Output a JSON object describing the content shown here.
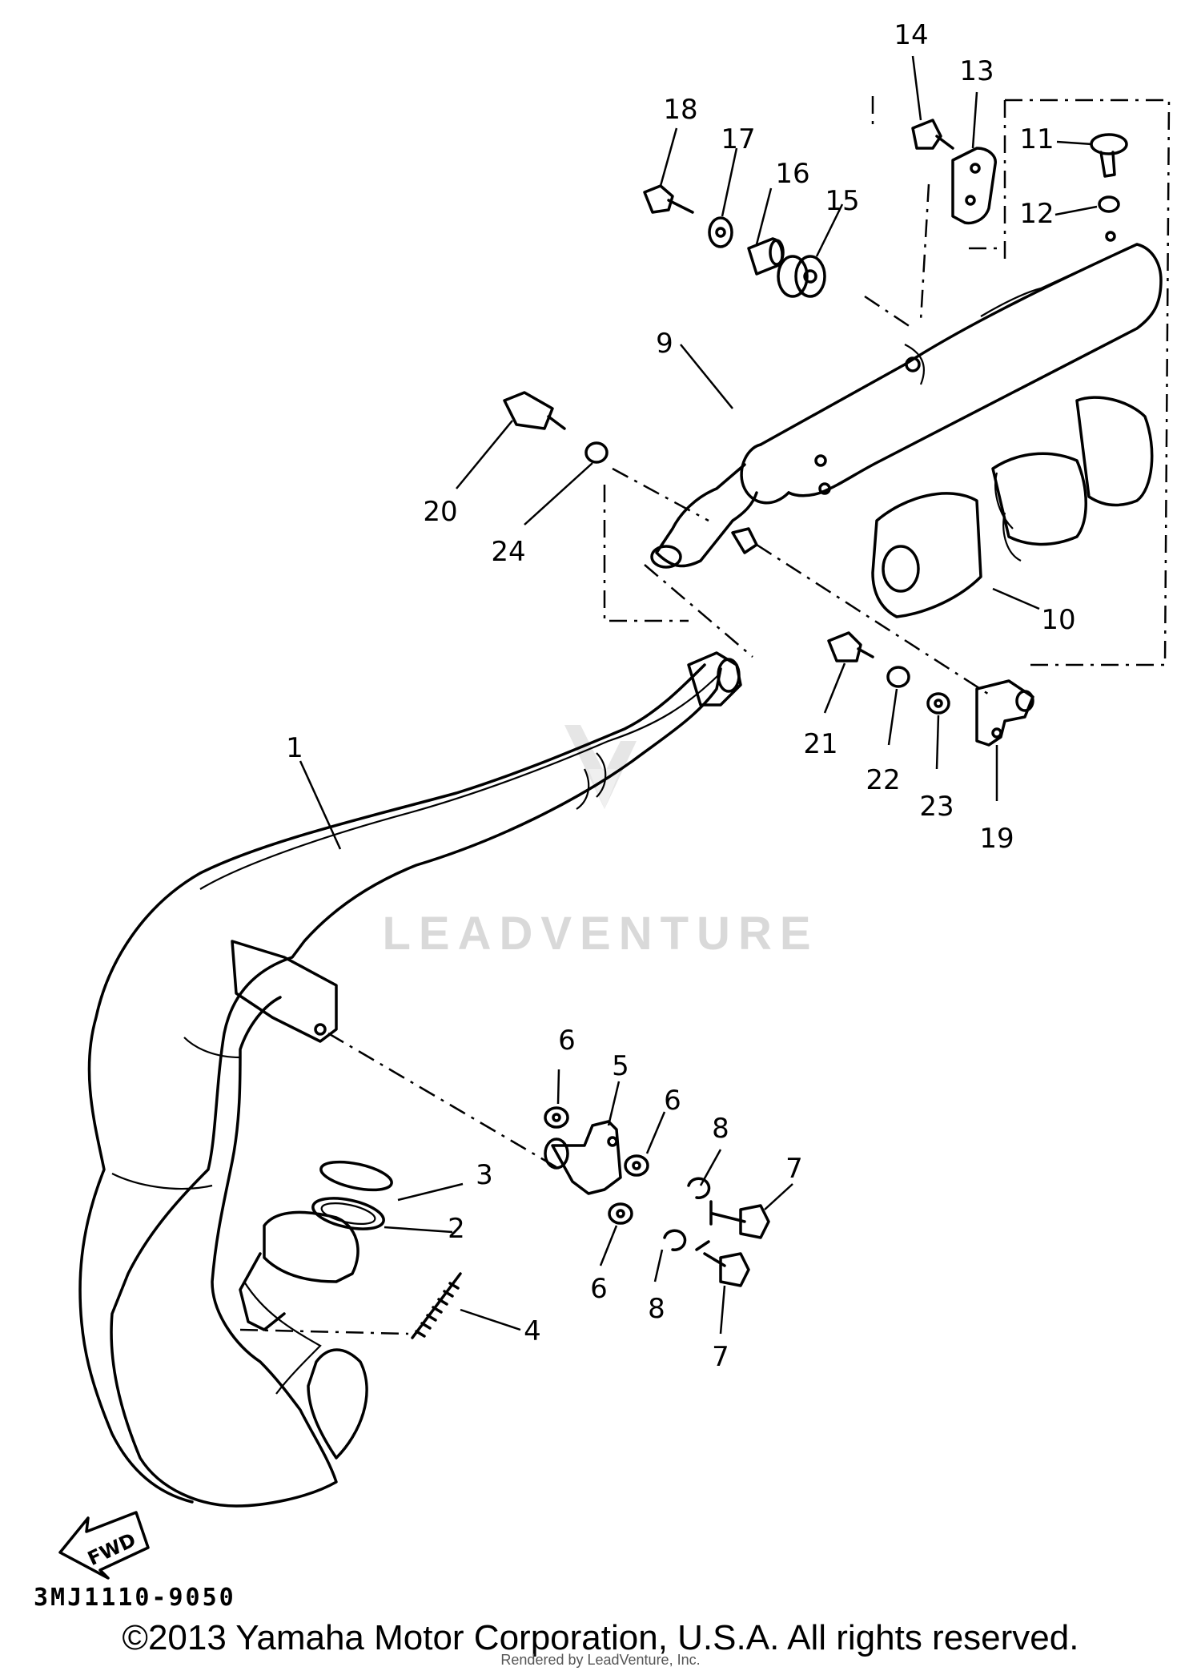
{
  "callouts": {
    "c1": "1",
    "c2": "2",
    "c3": "3",
    "c4": "4",
    "c5": "5",
    "c6a": "6",
    "c6b": "6",
    "c6c": "6",
    "c7a": "7",
    "c7b": "7",
    "c8a": "8",
    "c8b": "8",
    "c9": "9",
    "c10": "10",
    "c11": "11",
    "c12": "12",
    "c13": "13",
    "c14": "14",
    "c15": "15",
    "c16": "16",
    "c17": "17",
    "c18": "18",
    "c19": "19",
    "c20": "20",
    "c21": "21",
    "c22": "22",
    "c23": "23",
    "c24": "24"
  },
  "fwd_label": "FWD",
  "diagram_code": "3MJ1110-9050",
  "watermark": "LEADVENTURE",
  "copyright": "©2013 Yamaha Motor Corporation, U.S.A. All rights reserved.",
  "rendered_by": "Rendered by LeadVenture, Inc."
}
